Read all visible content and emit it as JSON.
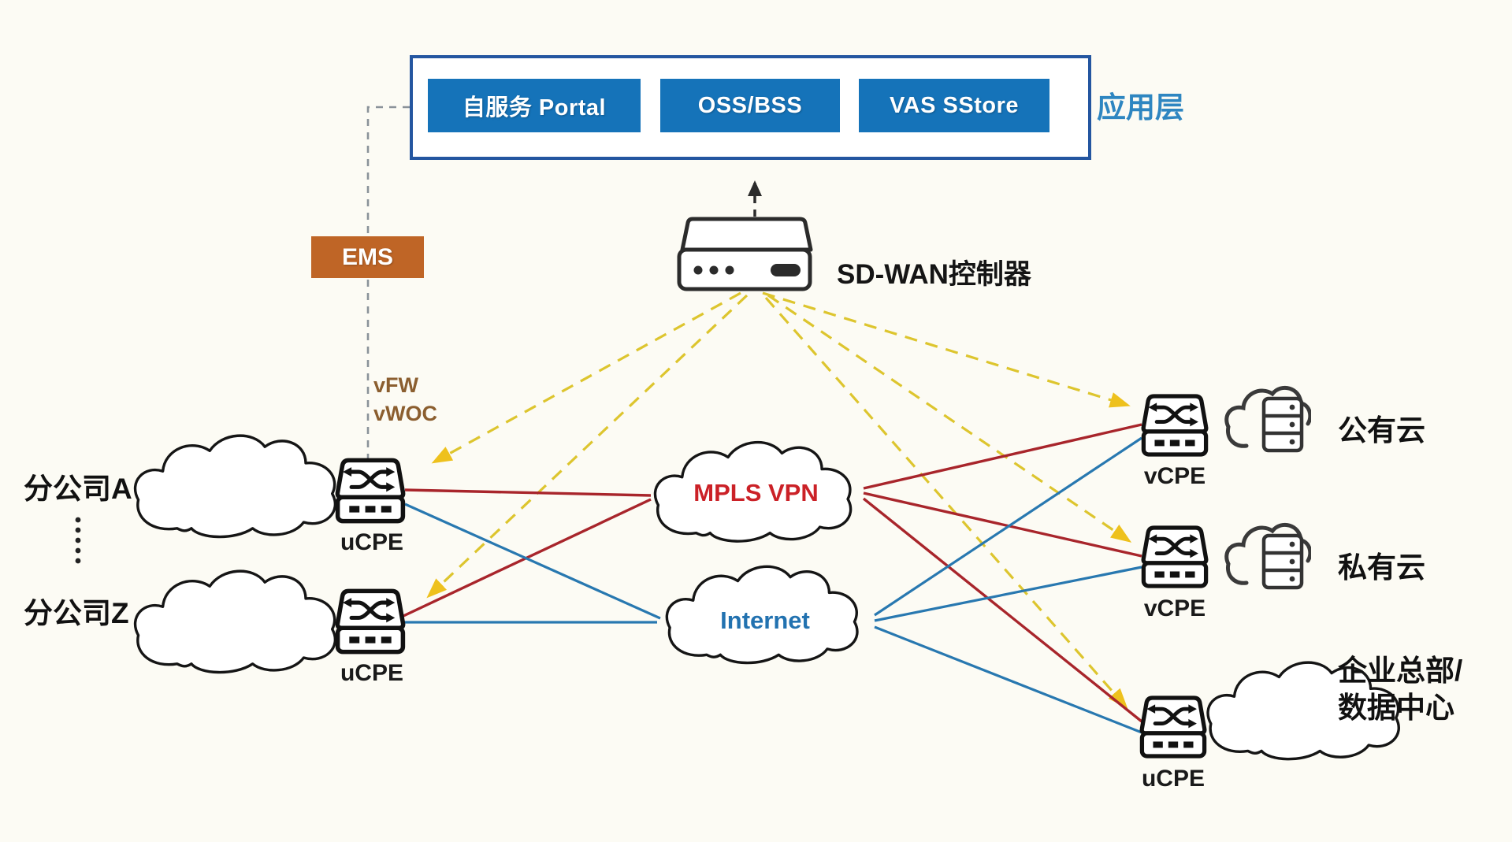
{
  "app_layer": {
    "layer_label": "应用层",
    "modules": [
      {
        "label": "自服务 Portal"
      },
      {
        "label": "OSS/BSS"
      },
      {
        "label": "VAS SStore"
      }
    ]
  },
  "controller": {
    "label": "SD-WAN控制器"
  },
  "ems": {
    "label": "EMS"
  },
  "vnfs": {
    "vfw": "vFW",
    "vwoc": "vWOC"
  },
  "branches": {
    "branch_a": "分公司A",
    "branch_z": "分公司Z"
  },
  "device_labels": {
    "ucpe": "uCPE",
    "vcpe": "vCPE"
  },
  "networks": {
    "mpls": "MPLS VPN",
    "internet": "Internet"
  },
  "sites": {
    "public_cloud": "公有云",
    "private_cloud": "私有云",
    "hq": "企业总部/\n数据中心"
  },
  "icons": {
    "controller": "sdwan-controller-appliance-icon",
    "cpe": "cpe-switch-icon",
    "cloud": "network-cloud-icon",
    "cloud_server": "cloud-server-icon"
  },
  "colors": {
    "module_blue": "#1573b9",
    "app_border_blue": "#2456a0",
    "layer_label_blue": "#2e86c1",
    "ems_orange": "#bf6526",
    "vnf_brown": "#8b5e2f",
    "mpls_text_red": "#cb2127",
    "internet_text_blue": "#2272b0",
    "control_line_yellow": "#ddc52e",
    "control_arrow_gold": "#eec11d",
    "mpls_line_red": "#a8252b",
    "internet_line_blue": "#2878b0",
    "mgmt_line_gray": "#8a9299",
    "mgmt_arrow_teal": "#5aabb8"
  }
}
